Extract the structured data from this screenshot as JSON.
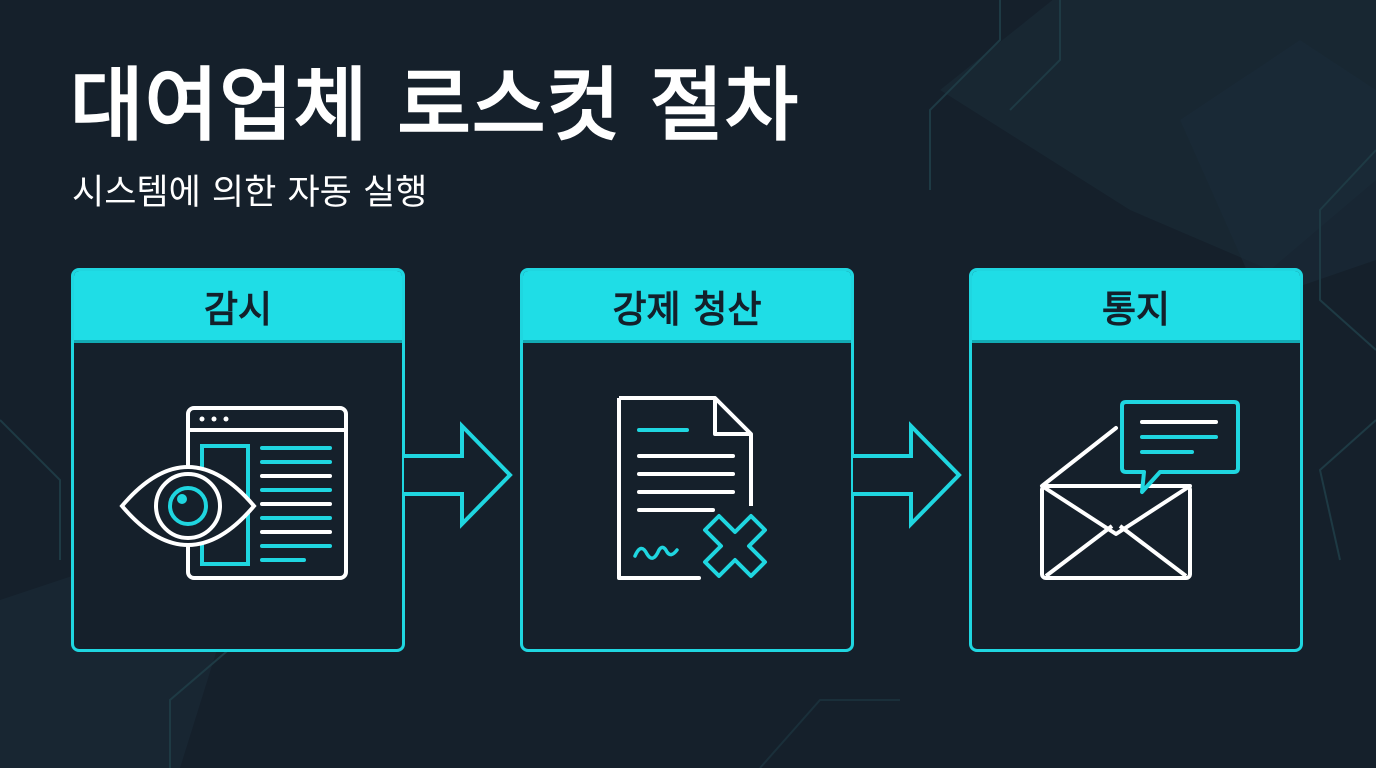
{
  "title": "대여업체 로스컷 절차",
  "subtitle": "시스템에 의한 자동 실행",
  "steps": [
    {
      "label": "감시",
      "icon": "eye-monitor-icon"
    },
    {
      "label": "강제 청산",
      "icon": "document-cancel-icon"
    },
    {
      "label": "통지",
      "icon": "envelope-message-icon"
    }
  ],
  "colors": {
    "background": "#15202b",
    "accent": "#1fdde6",
    "text": "#ffffff"
  }
}
